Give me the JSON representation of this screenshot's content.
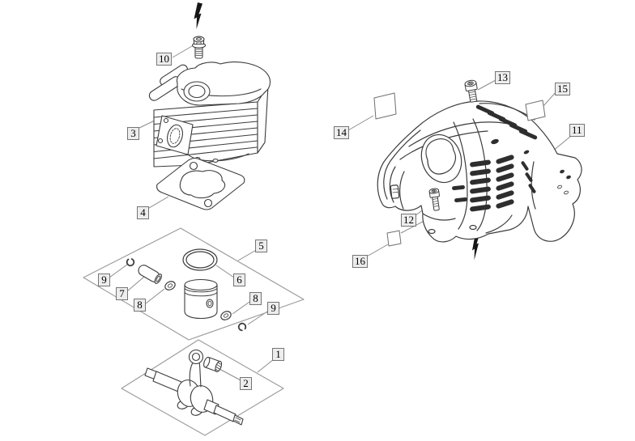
{
  "colors": {
    "background": "#ffffff",
    "line_art": "#3c3c3c",
    "leader_line": "#8c8c8c",
    "assembly_box": "#9a9a9a",
    "vent_slot_fill": "#2e2e2e",
    "arrow_fill": "#161616",
    "callout_bg": "#ededed",
    "callout_border": "#757575",
    "callout_text": "#000000"
  },
  "callouts": [
    {
      "id": "10",
      "label": "10"
    },
    {
      "id": "3",
      "label": "3"
    },
    {
      "id": "4",
      "label": "4"
    },
    {
      "id": "5",
      "label": "5"
    },
    {
      "id": "9-left",
      "label": "9"
    },
    {
      "id": "7",
      "label": "7"
    },
    {
      "id": "8-left",
      "label": "8"
    },
    {
      "id": "6",
      "label": "6"
    },
    {
      "id": "8-right",
      "label": "8"
    },
    {
      "id": "9-right",
      "label": "9"
    },
    {
      "id": "1",
      "label": "1"
    },
    {
      "id": "2",
      "label": "2"
    },
    {
      "id": "13",
      "label": "13"
    },
    {
      "id": "14",
      "label": "14"
    },
    {
      "id": "15",
      "label": "15"
    },
    {
      "id": "11",
      "label": "11"
    },
    {
      "id": "12",
      "label": "12"
    },
    {
      "id": "16",
      "label": "16"
    }
  ],
  "icons": [
    {
      "name": "assembly-direction-arrow-top"
    },
    {
      "name": "assembly-direction-arrow-bottom"
    }
  ]
}
